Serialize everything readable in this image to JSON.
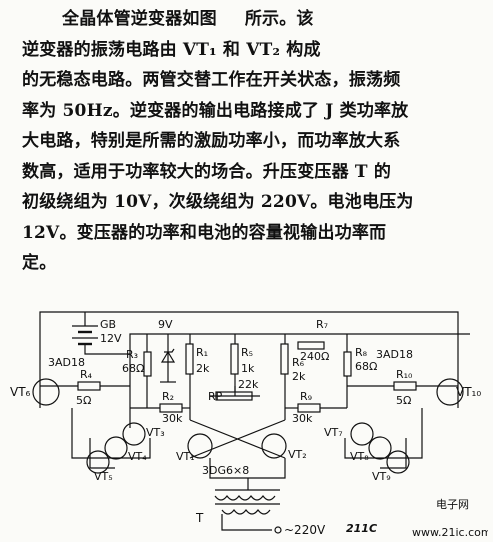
{
  "paragraph": {
    "line1_a": "全晶体管逆变器如图",
    "line1_b": "所示。该",
    "line2": "逆变器的振荡电路由 VT₁ 和 VT₂ 构成",
    "line3": "的无稳态电路。两管交替工作在开关状态，振荡频",
    "line4": "率为 50Hz。逆变器的输出电路接成了 J 类功率放",
    "line5": "大电路，特别是所需的激励功率小，而功率放大系",
    "line6": "数高，适用于功率较大的场合。升压变压器 T 的",
    "line7": "初级绕组为 10V，次级绕组为 220V。电池电压为",
    "line8": "12V。变压器的功率和电池的容量视输出功率而",
    "line9": "定。"
  },
  "circuit": {
    "battery_label": "GB",
    "battery_voltage": "12V",
    "zener_voltage": "9V",
    "R7": "R₇",
    "R7_value": "240Ω",
    "R8": "R₈",
    "R8_value": "68Ω",
    "R3": "R₃",
    "R3_value": "68Ω",
    "R1": "R₁",
    "R1_value": "2k",
    "R5": "R₅",
    "R5_value": "1k",
    "R6": "R₆",
    "R6_value": "2k",
    "RP": "RP",
    "RP_value": "22k",
    "R2": "R₂",
    "R2_value": "30k",
    "R9": "R₉",
    "R9_value": "30k",
    "R4": "R₄",
    "R4_value": "5Ω",
    "R10": "R₁₀",
    "R10_value": "5Ω",
    "left_type": "3AD18",
    "right_type": "3AD18",
    "VT6": "VT₆",
    "VT10": "VT₁₀",
    "VT3": "VT₃",
    "VT4": "VT₄",
    "VT5": "VT₅",
    "VT1": "VT₁",
    "VT2": "VT₂",
    "VT7": "VT₇",
    "VT8": "VT₈",
    "VT9": "VT₉",
    "transistor_type": "3DG6×8",
    "transformer": "T",
    "output": "~220V"
  },
  "watermark": {
    "logo": "211C",
    "cn": "电子网",
    "url": "www.21ic.com"
  }
}
